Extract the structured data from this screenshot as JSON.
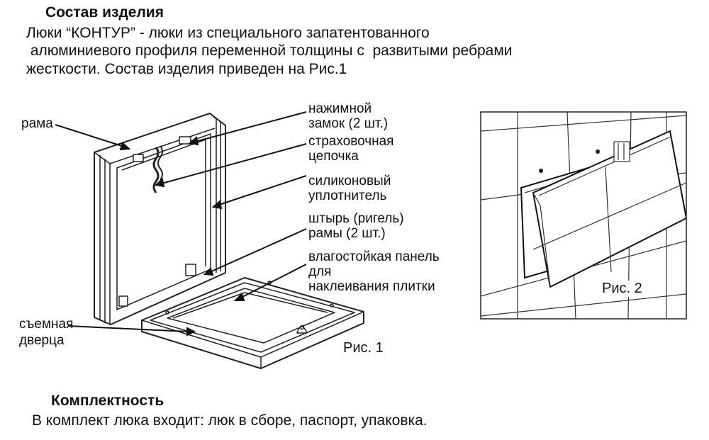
{
  "section1": {
    "heading": "Состав изделия",
    "paragraph_lines": [
      "Люки “КОНТУР” - люки из специального запатентованного",
      " алюминиевого профиля переменной толщины с  развитыми ребрами",
      "жесткости. Состав изделия приведен на Рис.1"
    ]
  },
  "figure1": {
    "caption": "Рис. 1",
    "labels": {
      "frame": "рама",
      "lock": [
        "нажимной",
        "замок (2 шт.)"
      ],
      "chain": [
        "страховочная",
        "цепочка"
      ],
      "seal": [
        "силиконовый",
        "уплотнитель"
      ],
      "pin": [
        "штырь (ригель)",
        "рамы (2 шт.)"
      ],
      "panel": [
        "влагостойкая панель",
        "для",
        "наклеивания плитки"
      ],
      "door": [
        "съемная",
        "дверца"
      ]
    }
  },
  "figure2": {
    "caption": "Рис. 2"
  },
  "section2": {
    "heading": "Комплектность",
    "paragraph": "В комплект люка входит: люк в сборе, паспорт, упаковка."
  },
  "colors": {
    "ink": "#111111",
    "line": "#222222",
    "background": "#ffffff"
  }
}
